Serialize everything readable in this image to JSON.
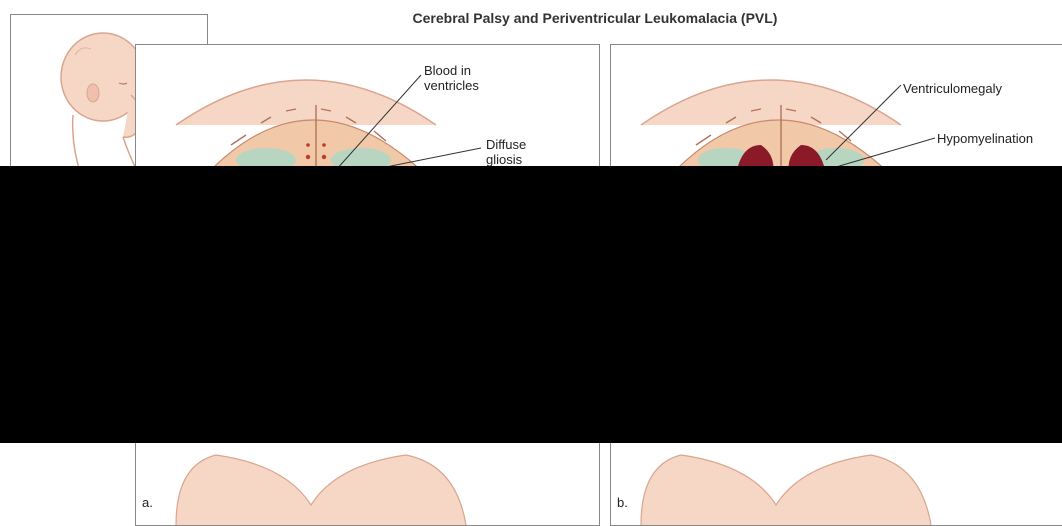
{
  "title": "Cerebral Palsy and Periventricular Leukomalacia (PVL)",
  "panel_a": {
    "letter": "a.",
    "labels": {
      "blood_line1": "Blood in",
      "blood_line2": "ventricles",
      "diffuse_line1": "Diffuse",
      "diffuse_line2": "gliosis"
    }
  },
  "panel_b": {
    "letter": "b.",
    "labels": {
      "ventriculomegaly": "Ventriculomegaly",
      "hypomyelination": "Hypomyelination"
    }
  },
  "colors": {
    "skin": "#f6d7c6",
    "skin_outline": "#d9a58f",
    "brain_cortex": "#f2c9a8",
    "gliosis": "#a8d8c6",
    "ventricle_blood": "#8b1a28"
  }
}
